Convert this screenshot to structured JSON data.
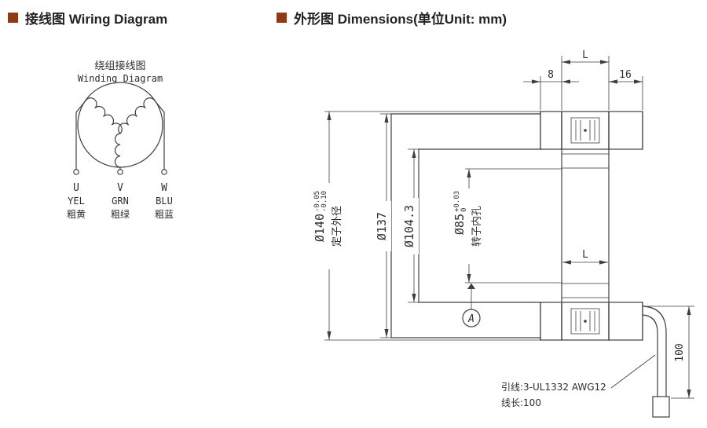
{
  "page": {
    "accent": "#8e3a17",
    "line_color": "#3f3f3f"
  },
  "headers": {
    "wiring": "接线图 Wiring Diagram",
    "dimensions": "外形图 Dimensions(单位Unit: mm)"
  },
  "winding": {
    "title_cn": "绕组接线图",
    "title_en": "Winding Diagram",
    "terminals": [
      {
        "code": "U",
        "color_en": "YEL",
        "color_cn": "粗黄"
      },
      {
        "code": "V",
        "color_en": "GRN",
        "color_cn": "粗绿"
      },
      {
        "code": "W",
        "color_en": "BLU",
        "color_cn": "粗蓝"
      }
    ]
  },
  "dims": {
    "top_L": "L",
    "top_8": "8",
    "top_16": "16",
    "d140": {
      "main": "Ø140",
      "tol_top": "-0.05",
      "tol_bottom": "-0.10",
      "label": "定子外径"
    },
    "d137": "Ø137",
    "d104": "Ø104.3",
    "d85": {
      "main": "Ø85",
      "tol_top": "+0.03",
      "tol_bottom": "0",
      "label": "转子内孔"
    },
    "inner_L": "L",
    "len_100": "100",
    "datum": "A"
  },
  "notes": {
    "line1": "引线:3-UL1332 AWG12",
    "line2": "线长:100"
  }
}
